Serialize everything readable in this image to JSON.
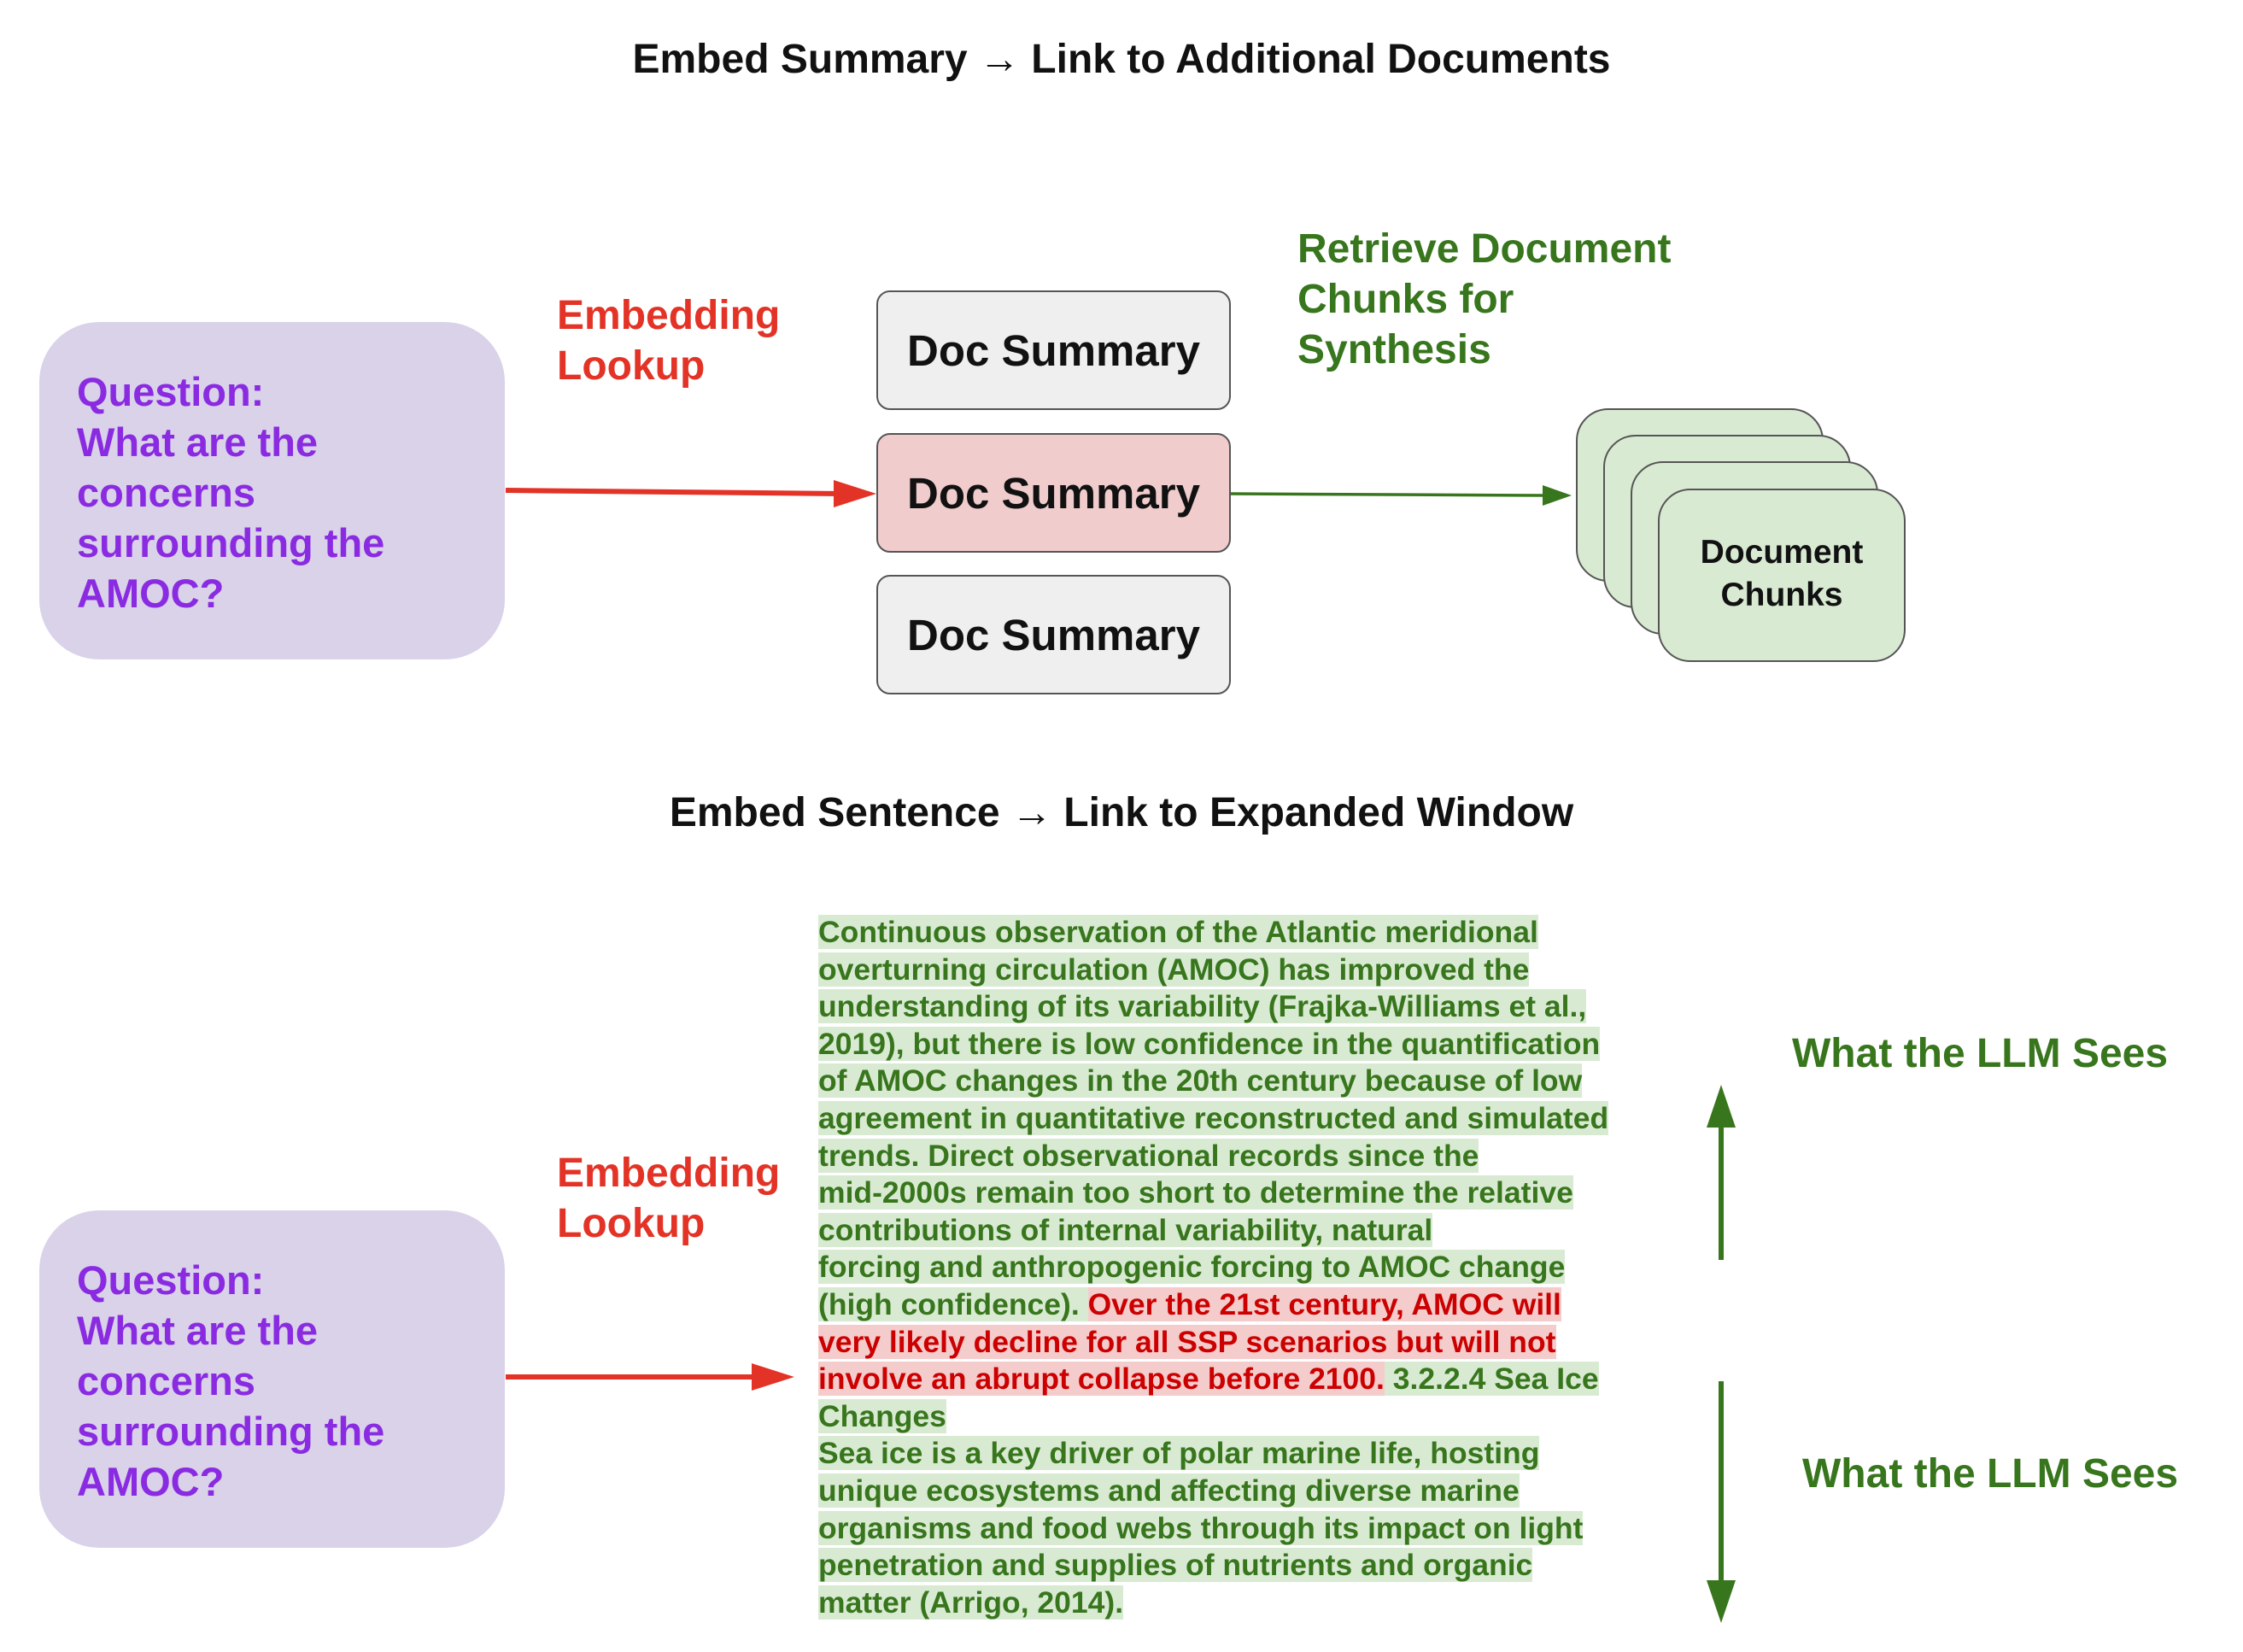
{
  "top_section": {
    "title": "Embed Summary → Link to Additional Documents",
    "question_lines": [
      "Question:",
      "What are the",
      "concerns",
      "surrounding the",
      "AMOC?"
    ],
    "lookup_label_lines": [
      "Embedding",
      "Lookup"
    ],
    "doc_summaries": [
      "Doc Summary",
      "Doc Summary",
      "Doc Summary"
    ],
    "retrieve_label_lines": [
      "Retrieve Document",
      "Chunks for",
      "Synthesis"
    ],
    "chunks_label_lines": [
      "Document",
      "Chunks"
    ]
  },
  "bottom_section": {
    "title": "Embed Sentence → Link to Expanded Window",
    "question_lines": [
      "Question:",
      "What are the",
      "concerns",
      "surrounding the",
      "AMOC?"
    ],
    "lookup_label_lines": [
      "Embedding",
      "Lookup"
    ],
    "context_lines": [
      [
        {
          "t": "Continuous observation of the Atlantic meridional",
          "h": "g"
        }
      ],
      [
        {
          "t": "overturning circulation (AMOC) has improved the",
          "h": "g"
        }
      ],
      [
        {
          "t": "understanding of its variability (Frajka-Williams et  al.,",
          "h": "g"
        }
      ],
      [
        {
          "t": "2019), but there is low confidence in the quantification",
          "h": "g"
        }
      ],
      [
        {
          "t": "of AMOC changes in the 20th century because of low",
          "h": "g"
        }
      ],
      [
        {
          "t": "agreement in quantitative reconstructed and simulated",
          "h": "g"
        }
      ],
      [
        {
          "t": "trends. Direct observational records since the",
          "h": "g"
        }
      ],
      [
        {
          "t": "mid-2000s remain too short to determine the relative",
          "h": "g"
        }
      ],
      [
        {
          "t": "contributions of internal variability, natural",
          "h": "g"
        }
      ],
      [
        {
          "t": "forcing and anthropogenic forcing to AMOC change",
          "h": "g"
        }
      ],
      [
        {
          "t": "(high confidence). ",
          "h": "g"
        },
        {
          "t": "Over the 21st century, AMOC will",
          "h": "r"
        }
      ],
      [
        {
          "t": "very likely decline for all SSP scenarios but will not",
          "h": "r"
        }
      ],
      [
        {
          "t": "involve an abrupt collapse before 2100.",
          "h": "r"
        },
        {
          "t": " 3.2.2.4 Sea Ice",
          "h": "g"
        }
      ],
      [
        {
          "t": "Changes",
          "h": "g"
        }
      ],
      [
        {
          "t": "Sea ice is a key driver of polar marine life, hosting",
          "h": "g"
        }
      ],
      [
        {
          "t": "unique ecosystems and affecting diverse marine",
          "h": "g"
        }
      ],
      [
        {
          "t": "organisms and food webs through its impact on light",
          "h": "g"
        }
      ],
      [
        {
          "t": "penetration and supplies of nutrients and organic",
          "h": "g"
        }
      ],
      [
        {
          "t": "matter (Arrigo, 2014).",
          "h": "g"
        }
      ]
    ],
    "llm_sees_up": "What the LLM Sees",
    "llm_sees_down": "What the LLM Sees"
  },
  "colors": {
    "question_text": "#8a2be2",
    "question_bg": "#d9d2e9",
    "lookup_red": "#e33326",
    "retrieve_green": "#38761d",
    "highlight_green": "#d9ead3",
    "highlight_red": "#f4cccc"
  }
}
